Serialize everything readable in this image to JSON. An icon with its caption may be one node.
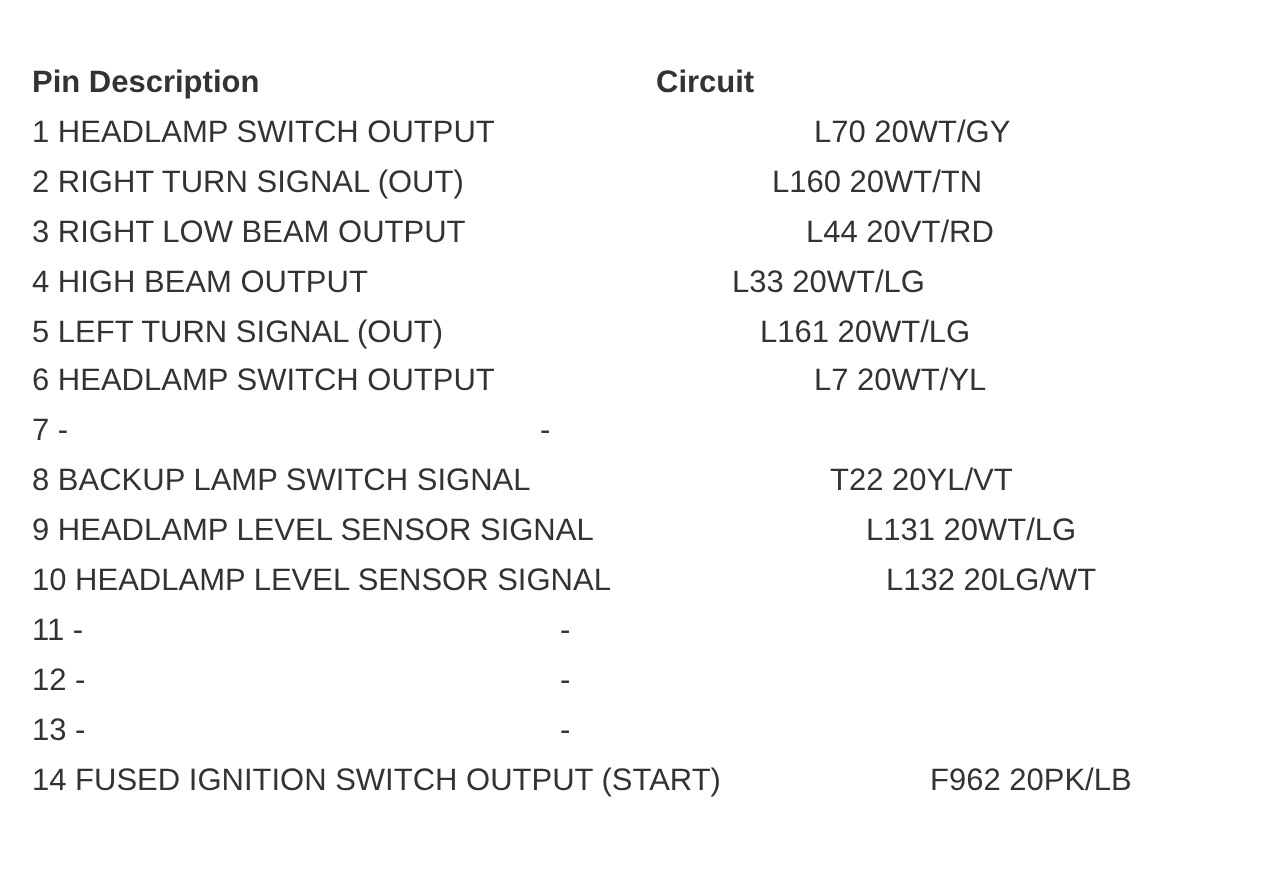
{
  "diagram": {
    "labels": [
      "Pin Description",
      "Circuit",
      "1 HEADLAMP SWITCH OUTPUT",
      "L70 20WT/GY",
      "2 RIGHT TURN SIGNAL (OUT)",
      "L160 20WT/TN",
      "3 RIGHT LOW BEAM OUTPUT",
      "L44 20VT/RD",
      "4 HIGH BEAM OUTPUT",
      "L33 20WT/LG",
      "5 LEFT TURN SIGNAL (OUT)",
      "L161 20WT/LG",
      "6 HEADLAMP SWITCH OUTPUT",
      "L7 20WT/YL",
      "7 -",
      "-",
      "8 BACKUP LAMP SWITCH SIGNAL",
      "T22 20YL/VT",
      "9 HEADLAMP LEVEL SENSOR SIGNAL",
      "L131 20WT/LG",
      "10 HEADLAMP LEVEL SENSOR SIGNAL",
      "L132 20LG/WT",
      "11 -",
      "-",
      "12 -",
      "-",
      "13 -",
      "-",
      "14 FUSED IGNITION SWITCH OUTPUT (START)",
      "F962 20PK/LB"
    ]
  }
}
